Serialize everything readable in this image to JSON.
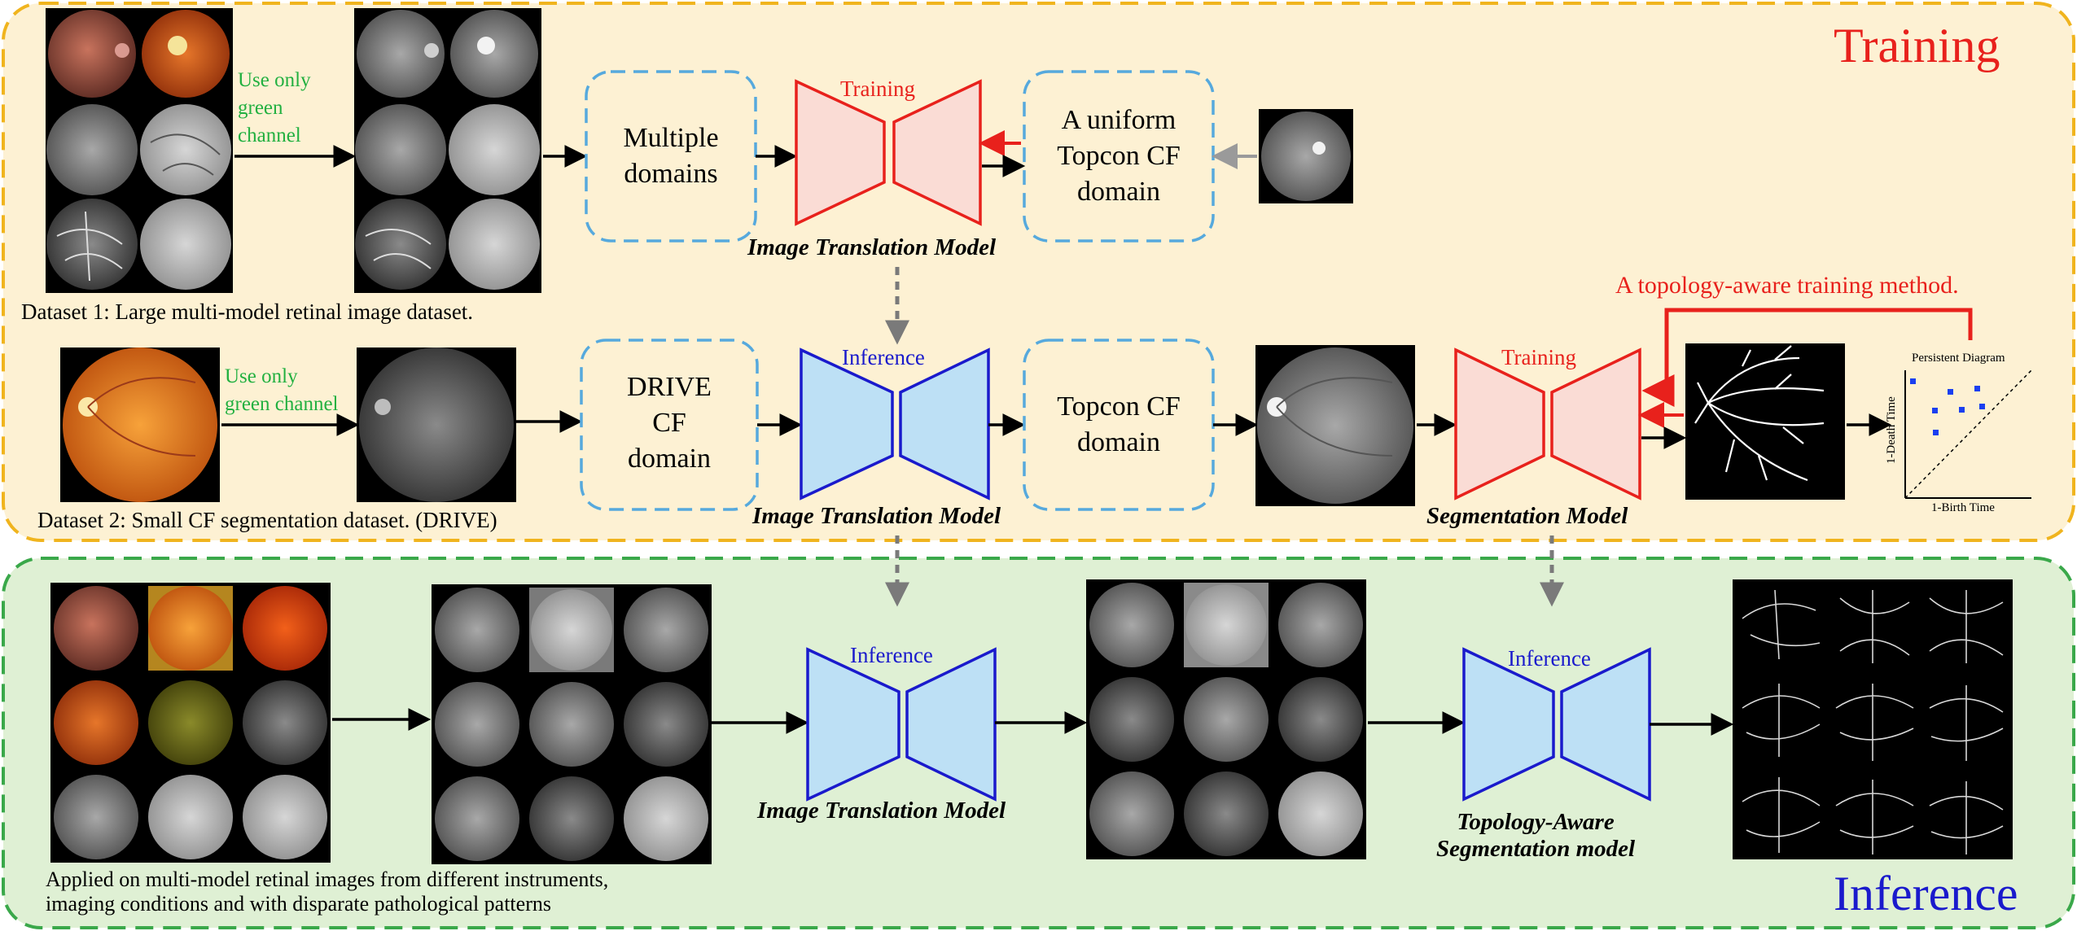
{
  "sections": {
    "training_title": "Training",
    "inference_title": "Inference"
  },
  "colors": {
    "training_bg": "#fdf1d3",
    "training_border": "#f0b41e",
    "inference_bg": "#dff0d4",
    "inference_border": "#3aa84a",
    "box_border": "#56a9dd",
    "training_red": "#e8211c",
    "inference_blue": "#1a1acc",
    "trap_pink": "#fadcd5",
    "trap_blue": "#bde0f5",
    "green_text": "#22b040"
  },
  "row1": {
    "green_note": [
      "Use only",
      "green",
      "channel"
    ],
    "caption": "Dataset 1: Large multi-model retinal image dataset.",
    "box_left": [
      "Multiple",
      "domains"
    ],
    "model_label": "Training",
    "box_right": [
      "A uniform",
      "Topcon CF",
      "domain"
    ],
    "model_caption": "Image Translation Model"
  },
  "row2": {
    "green_note": [
      "Use only",
      "green channel"
    ],
    "caption": "Dataset 2: Small CF segmentation dataset. (DRIVE)",
    "box_left": [
      "DRIVE",
      "CF",
      "domain"
    ],
    "translation_label": "Inference",
    "box_right": [
      "Topcon CF",
      "domain"
    ],
    "translation_caption": "Image Translation Model",
    "seg_label": "Training",
    "seg_caption": "Segmentation Model",
    "topology_note": "A topology-aware training method.",
    "persistence": {
      "title": "Persistent Diagram",
      "xlabel": "1-Birth Time",
      "ylabel": "1-Death Time"
    }
  },
  "row3": {
    "translation_label": "Inference",
    "translation_caption": "Image Translation Model",
    "seg_label": "Inference",
    "seg_caption": [
      "Topology-Aware",
      "Segmentation model"
    ],
    "caption": [
      "Applied on multi-model retinal images from different instruments,",
      "imaging conditions and with disparate pathological patterns"
    ]
  }
}
